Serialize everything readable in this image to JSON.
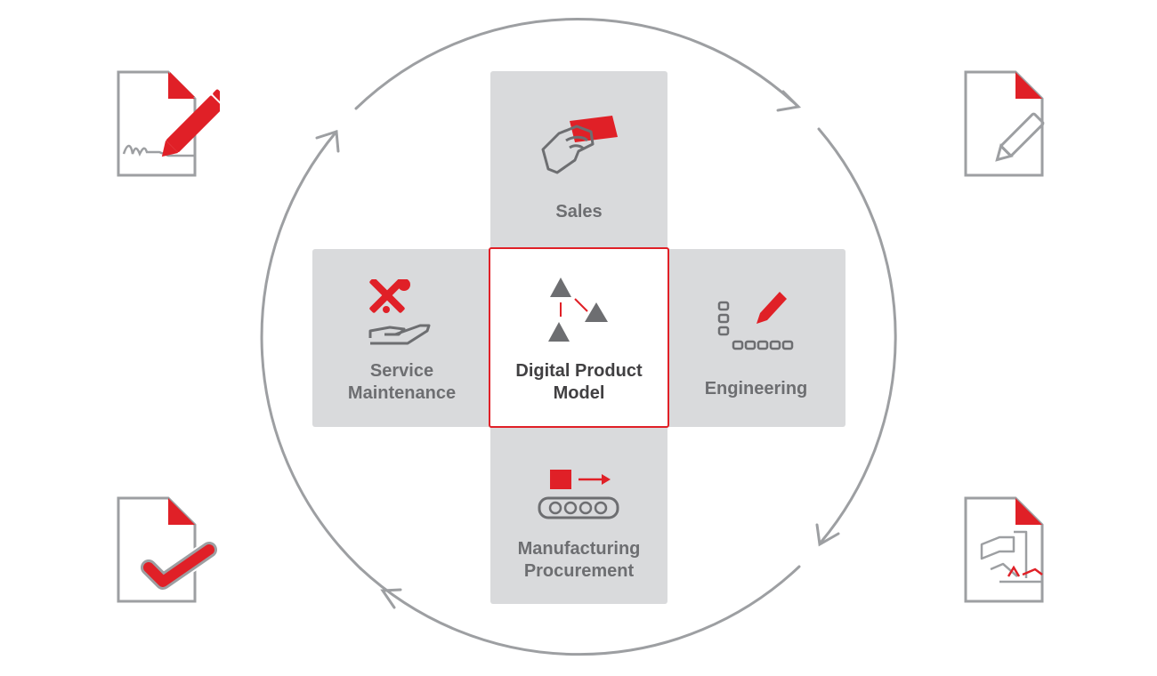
{
  "diagram": {
    "center": {
      "line1": "Digital Product",
      "line2": "Model"
    },
    "sales": {
      "label": "Sales"
    },
    "engineering": {
      "label": "Engineering"
    },
    "service": {
      "line1": "Service",
      "line2": "Maintenance"
    },
    "manufacturing": {
      "line1": "Manufacturing",
      "line2": "Procurement"
    }
  },
  "colors": {
    "accent": "#e02027",
    "tile": "#d9dadc",
    "icon_gray": "#6d6e71",
    "ring": "#9d9fa2"
  },
  "icons": {
    "top_left": "document-signature-icon",
    "top_right": "document-pen-icon",
    "bottom_left": "document-check-icon",
    "bottom_right": "document-press-icon"
  }
}
